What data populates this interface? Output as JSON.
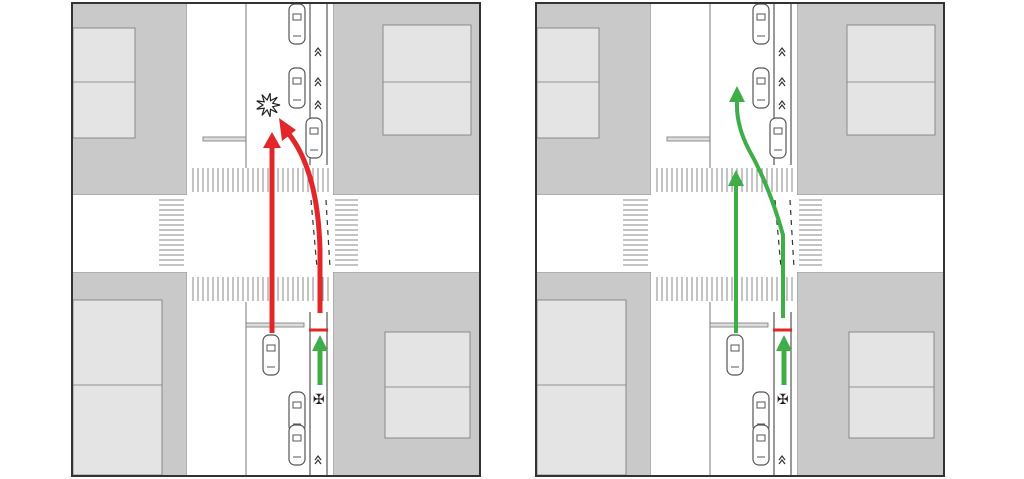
{
  "panels": [
    {
      "id": "conflict",
      "arrow_color": "#e3262a",
      "bike_arrow_color": "#3fae49",
      "outcome": "collision",
      "straight_arrow_end": 135,
      "turn_arrow_end": "collision"
    },
    {
      "id": "safe",
      "arrow_color": "#3fae49",
      "bike_arrow_color": "#3fae49",
      "outcome": "no-collision"
    }
  ],
  "colors": {
    "sidewalk": "#c9c9c9",
    "block_inner": "#e4e4e4",
    "road": "#ffffff",
    "line": "#555555",
    "stop_bar": "#e3262a",
    "frame": "#333333"
  }
}
